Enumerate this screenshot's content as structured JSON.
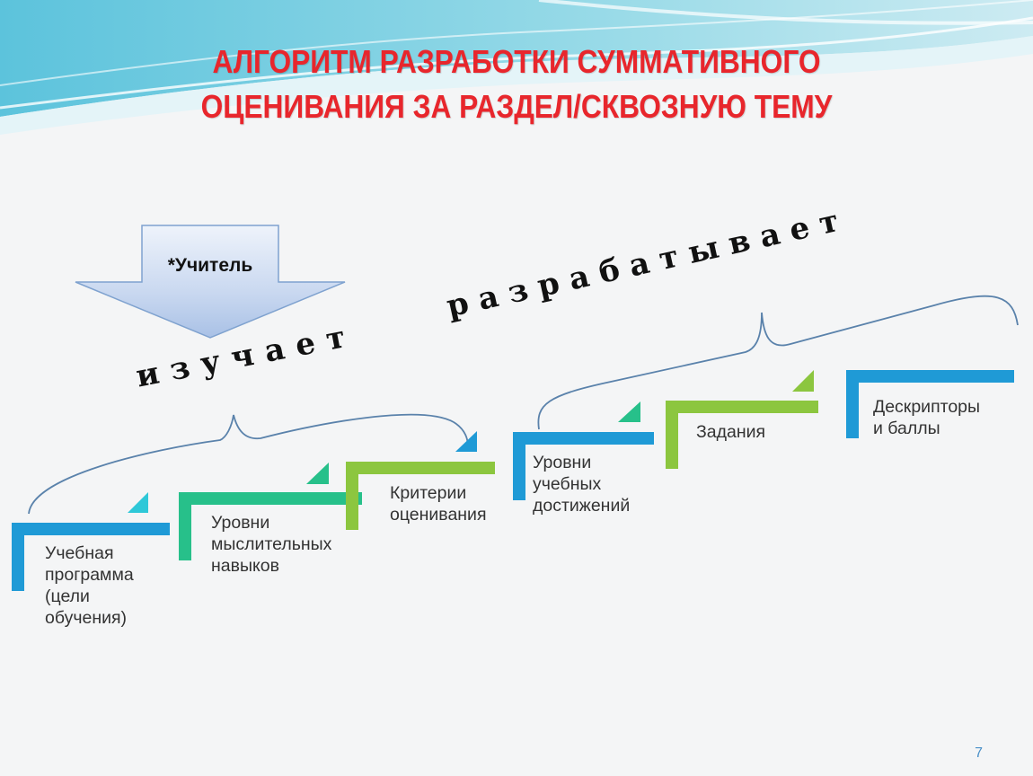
{
  "title": {
    "line1": "АЛГОРИТМ РАЗРАБОТКИ СУММАТИВНОГО",
    "line2": "ОЦЕНИВАНИЯ ЗА РАЗДЕЛ/СКВОЗНУЮ ТЕМУ"
  },
  "teacher": {
    "label": "*Учитель"
  },
  "verbs": {
    "studies": "изучает",
    "develops": "разрабатывает"
  },
  "steps": [
    {
      "label": "Учебная\nпрограмма\n(цели\nобучения)",
      "color": "#1f9ad6"
    },
    {
      "label": "Уровни\nмыслительных\nнавыков",
      "color": "#27c08a"
    },
    {
      "label": "Критерии\nоценивания",
      "color": "#8cc63f"
    },
    {
      "label": "Уровни\nучебных\nдостижений",
      "color": "#1f9ad6"
    },
    {
      "label": "Задания",
      "color": "#8cc63f"
    },
    {
      "label": "Дескрипторы\nи баллы",
      "color": "#1f9ad6"
    }
  ],
  "page_number": "7"
}
